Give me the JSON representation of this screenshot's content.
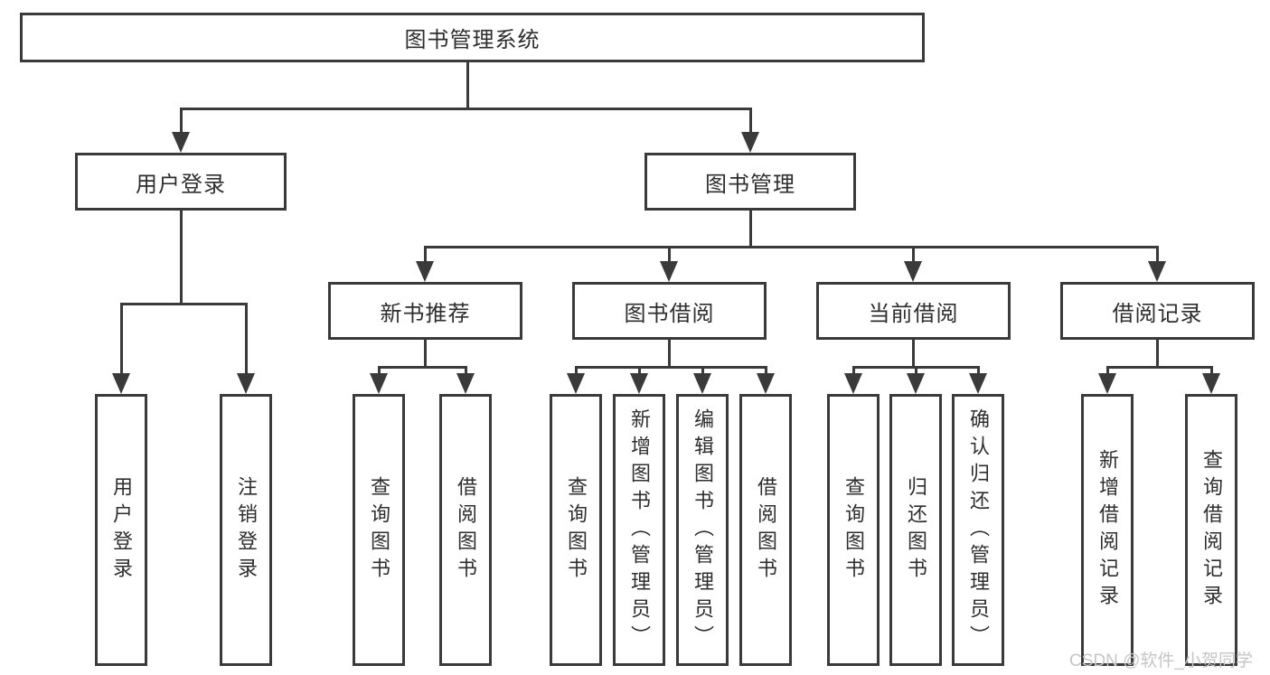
{
  "nodes": {
    "root": "图书管理系统",
    "level2": [
      "用户登录",
      "图书管理"
    ],
    "level3": [
      "新书推荐",
      "图书借阅",
      "当前借阅",
      "借阅记录"
    ],
    "leaves": [
      "用户登录",
      "注销登录",
      "查询图书",
      "借阅图书",
      "查询图书",
      "新增图书（管理员）",
      "编辑图书（管理员）",
      "借阅图书",
      "查询图书",
      "归还图书",
      "确认归还（管理员）",
      "新增借阅记录",
      "查询借阅记录"
    ]
  },
  "watermark": "CSDN @软件_小贺同学",
  "colors": {
    "line": "#3a3a3a",
    "text": "#2e2e2e",
    "watermark": "#c6c6c6",
    "background": "#ffffff"
  }
}
